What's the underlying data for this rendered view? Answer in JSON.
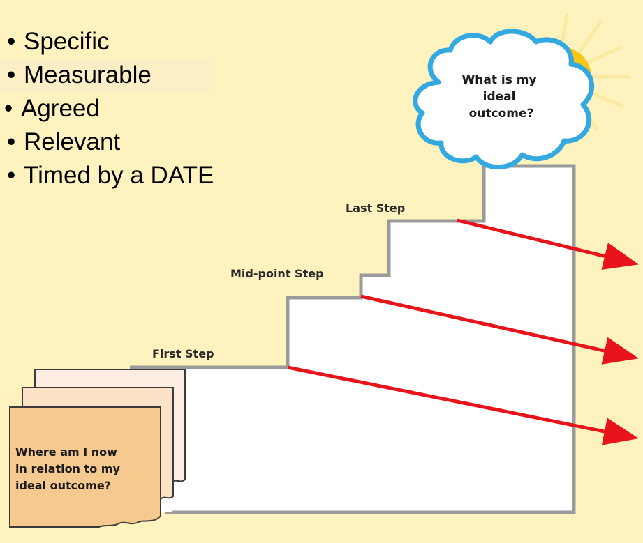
{
  "smart_criteria": [
    "Specific",
    "Measurable",
    "Agreed",
    "Relevant",
    "Timed by a DATE"
  ],
  "bullet": "•",
  "cloud": {
    "lines": [
      "What is my",
      "ideal",
      "outcome?"
    ]
  },
  "steps": {
    "first": "First Step",
    "mid": "Mid-point Step",
    "last": "Last Step"
  },
  "pages": {
    "lines": [
      "Where am I now",
      "in relation to my",
      "ideal outcome?"
    ]
  },
  "colors": {
    "background": "#FEF2BE",
    "staircase_outline": "#9A9A9A",
    "arrow": "#E8141B",
    "cloud_outline": "#34A8E0",
    "sun": "#F8C715",
    "page_front": "#F6C98F",
    "page_back": "#FCEDE0"
  },
  "icons": [
    "sun-icon",
    "cloud-icon",
    "arrow-icon",
    "stacked-pages-icon"
  ]
}
